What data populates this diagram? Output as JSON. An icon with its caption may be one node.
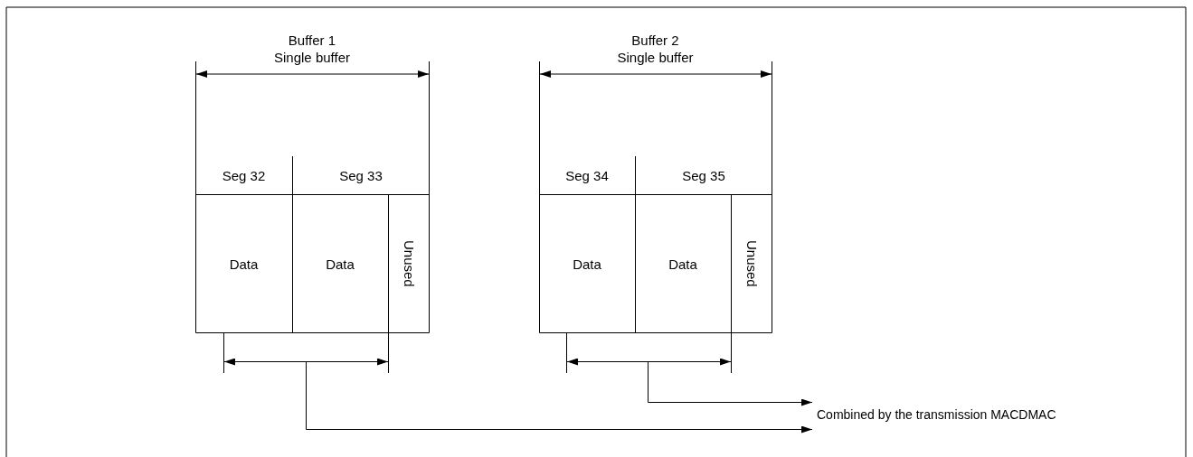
{
  "diagram": {
    "nodes": [
      {
        "text": [
          "Buffer 1",
          "Single buffer"
        ]
      },
      {
        "text": [
          "Seg 32"
        ],
        "in": 0
      },
      {
        "text": [
          "Seg 33"
        ],
        "in": 0
      },
      {
        "text": [
          "Data"
        ],
        "in": 0
      },
      {
        "text": [
          "Data"
        ],
        "in": 0
      },
      {
        "text": [
          "Unused"
        ],
        "in": 0
      },
      {
        "text": [
          "Buffer 2",
          "Single buffer"
        ]
      },
      {
        "text": [
          "Seg 34"
        ],
        "in": 6
      },
      {
        "text": [
          "Seg 35"
        ],
        "in": 6
      },
      {
        "text": [
          "Data"
        ],
        "in": 6
      },
      {
        "text": [
          "Data"
        ],
        "in": 6
      },
      {
        "text": [
          "Unused"
        ],
        "in": 6
      },
      {
        "text": [
          "Combined by the transmission MACDMAC"
        ]
      }
    ],
    "edges": [
      {
        "from": null,
        "to": 12,
        "arrow": "to"
      },
      {
        "from": null,
        "to": 12,
        "arrow": "to"
      }
    ]
  }
}
